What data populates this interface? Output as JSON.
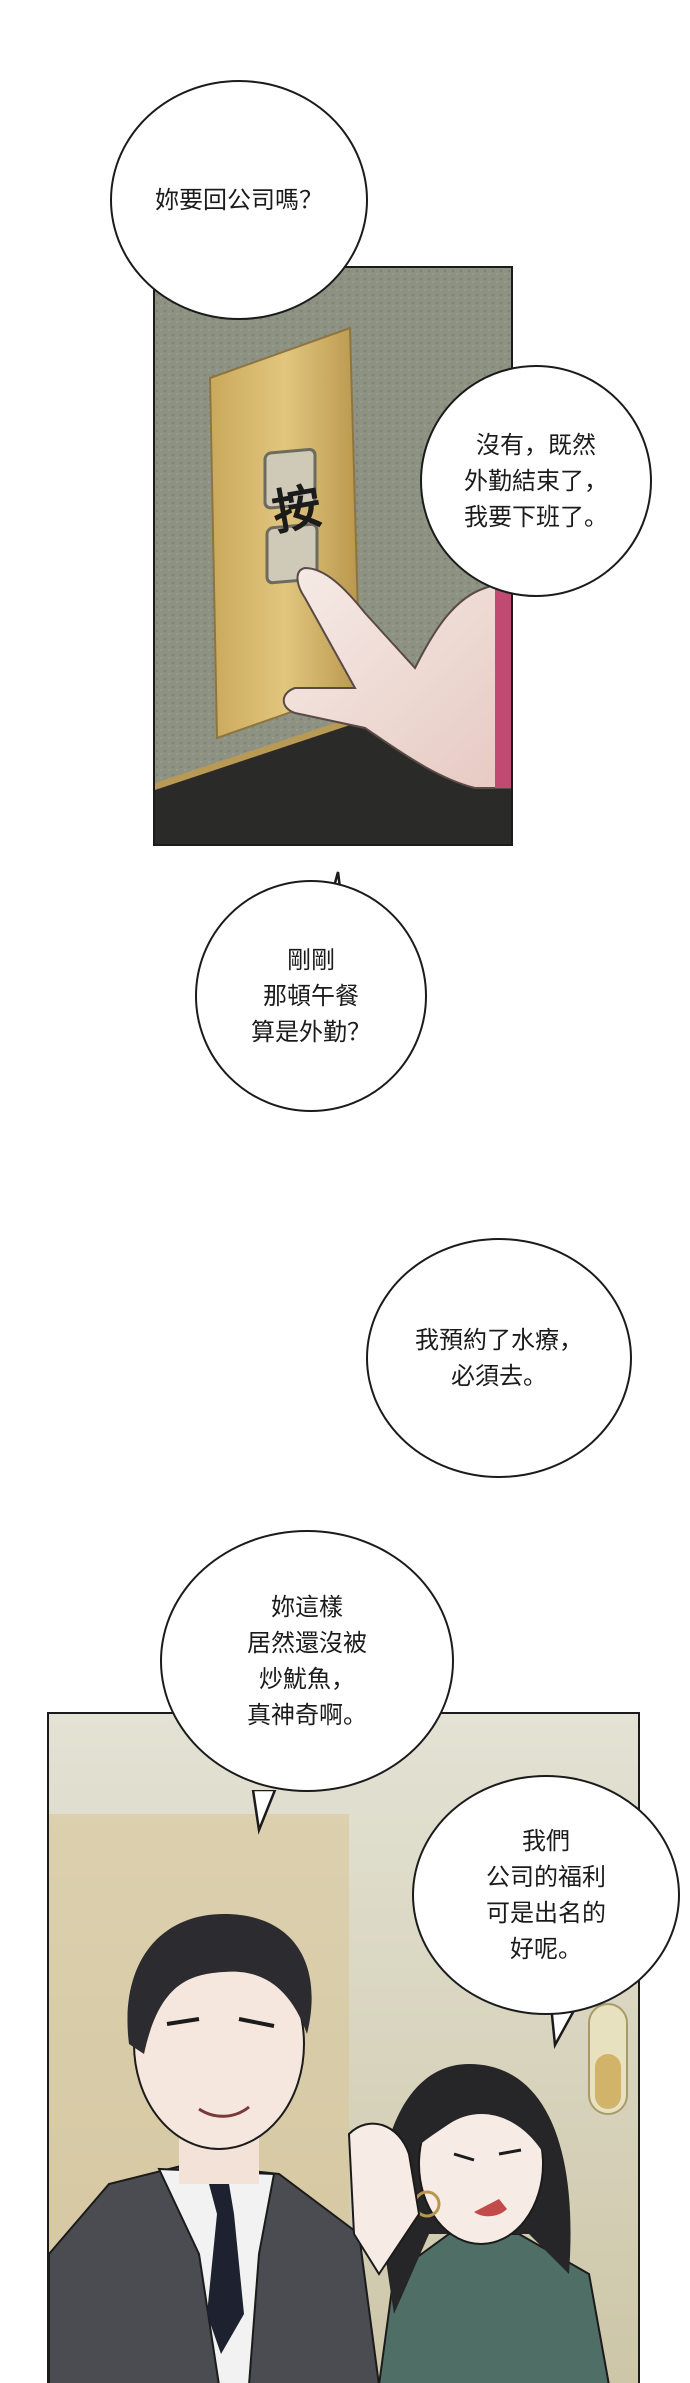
{
  "sfx": "按",
  "bubbles": [
    {
      "id": "b1",
      "text": "妳要回公司嗎？"
    },
    {
      "id": "b2",
      "text": "沒有，既然\n外勤結束了，\n我要下班了。"
    },
    {
      "id": "b3",
      "text": "剛剛\n那頓午餐\n算是外勤？"
    },
    {
      "id": "b4",
      "text": "我預約了水療，\n必須去。"
    },
    {
      "id": "b5",
      "text": "妳這樣\n居然還沒被\n炒魷魚，\n真神奇啊。"
    },
    {
      "id": "b6",
      "text": "我們\n公司的福利\n可是出名的\n好呢。"
    }
  ],
  "colors": {
    "ink": "#1b1b1b",
    "wall": "#8e9282",
    "plate": "#d8b96a",
    "suit": "#4a4c52",
    "sweater": "#4f6e66"
  }
}
